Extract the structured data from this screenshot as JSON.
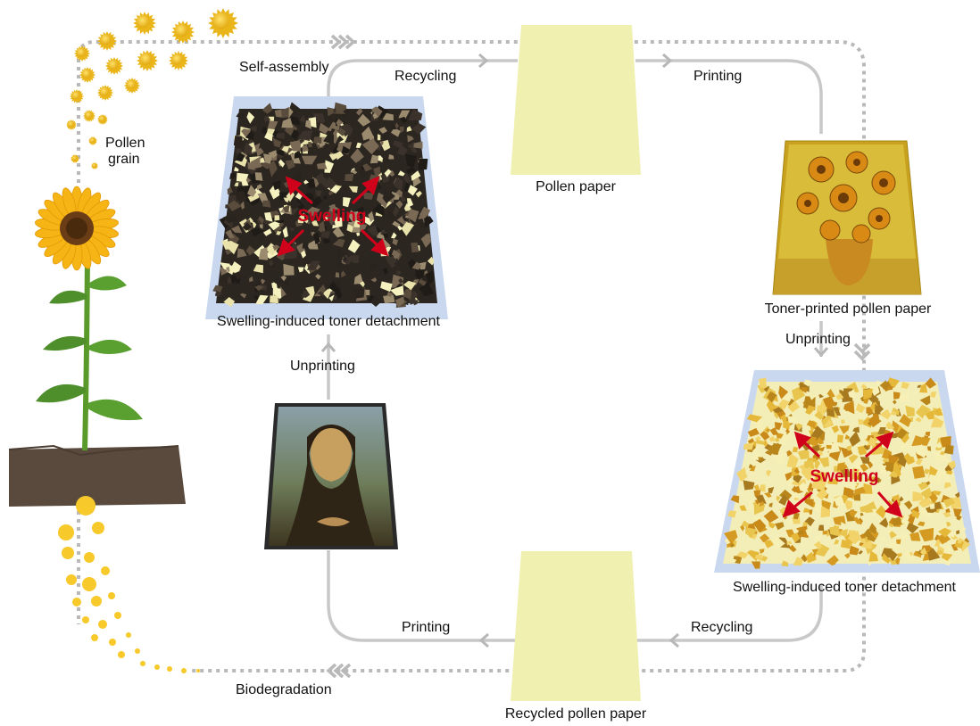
{
  "labels": {
    "pollen_grain_line1": "Pollen",
    "pollen_grain_line2": "grain",
    "self_assembly": "Self-assembly",
    "recycling_top": "Recycling",
    "printing_top": "Printing",
    "pollen_paper": "Pollen paper",
    "toner_printed_paper": "Toner-printed pollen paper",
    "unprinting_right": "Unprinting",
    "detachment_left": "Swelling-induced toner detachment",
    "detachment_right": "Swelling-induced toner detachment",
    "unprinting_left": "Unprinting",
    "printing_bottom": "Printing",
    "recycling_bottom": "Recycling",
    "recycled_pollen_paper": "Recycled pollen paper",
    "biodegradation": "Biodegradation",
    "swelling_left": "Swelling",
    "swelling_right": "Swelling"
  },
  "colors": {
    "paper": "#f0f1b0",
    "panel": "#c9d8ef",
    "solid_path": "#c8c8c8",
    "dotted_path": "#b9b9b9",
    "pollen": "#f2c21b",
    "soil": "#5a4a3e",
    "arrow_red": "#d0021b"
  },
  "icons": {
    "pollen": "sunflower-pollen-grain-icon",
    "plant": "sunflower-plant-icon",
    "painting_sunflowers": "sunflowers-painting-icon",
    "painting_portrait": "portrait-painting-icon"
  }
}
